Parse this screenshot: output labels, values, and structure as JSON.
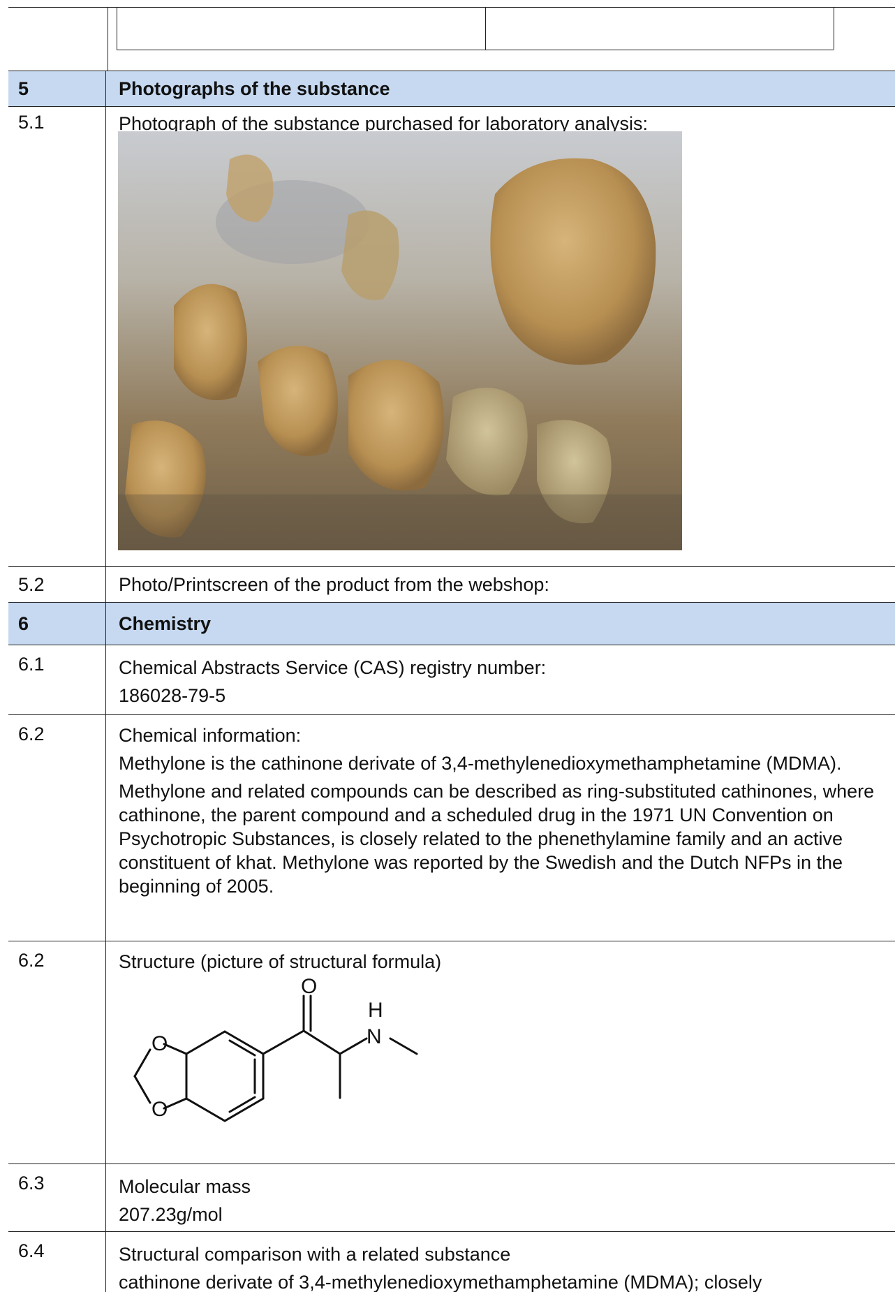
{
  "sections": {
    "s5": {
      "num": "5",
      "title": "Photographs of the substance"
    },
    "s5_1": {
      "num": "5.1",
      "text": "Photograph of the substance purchased for laboratory analysis:"
    },
    "s5_2": {
      "num": "5.2",
      "text": "Photo/Printscreen of the product from the webshop:"
    },
    "s6": {
      "num": "6",
      "title": "Chemistry"
    },
    "s6_1": {
      "num": "6.1",
      "label": "Chemical Abstracts Service (CAS) registry number:",
      "value": "186028-79-5"
    },
    "s6_2a": {
      "num": "6.2",
      "label": "Chemical information:",
      "p1": "Methylone is the cathinone derivate of 3,4-methylenedioxymethamphetamine (MDMA).",
      "p2": "Methylone and related compounds can be described as ring-substituted cathinones, where cathinone, the parent compound and a scheduled drug in the 1971 UN Convention on Psychotropic Substances, is closely related to the phenethylamine family and an active constituent of khat. Methylone was reported by the Swedish and the Dutch NFPs in the beginning of 2005."
    },
    "s6_2b": {
      "num": "6.2",
      "label": "Structure (picture of structural formula)",
      "atoms": {
        "o1": "O",
        "o2": "O",
        "o3": "O",
        "n": "N",
        "h": "H"
      }
    },
    "s6_3": {
      "num": "6.3",
      "label": "Molecular mass",
      "value": "207.23g/mol"
    },
    "s6_4": {
      "num": "6.4",
      "label": "Structural comparison with a related substance",
      "value": "cathinone derivate of 3,4-methylenedioxymethamphetamine (MDMA); closely"
    }
  },
  "colors": {
    "header_bg": "#c6d9f1",
    "border": "#222222"
  }
}
